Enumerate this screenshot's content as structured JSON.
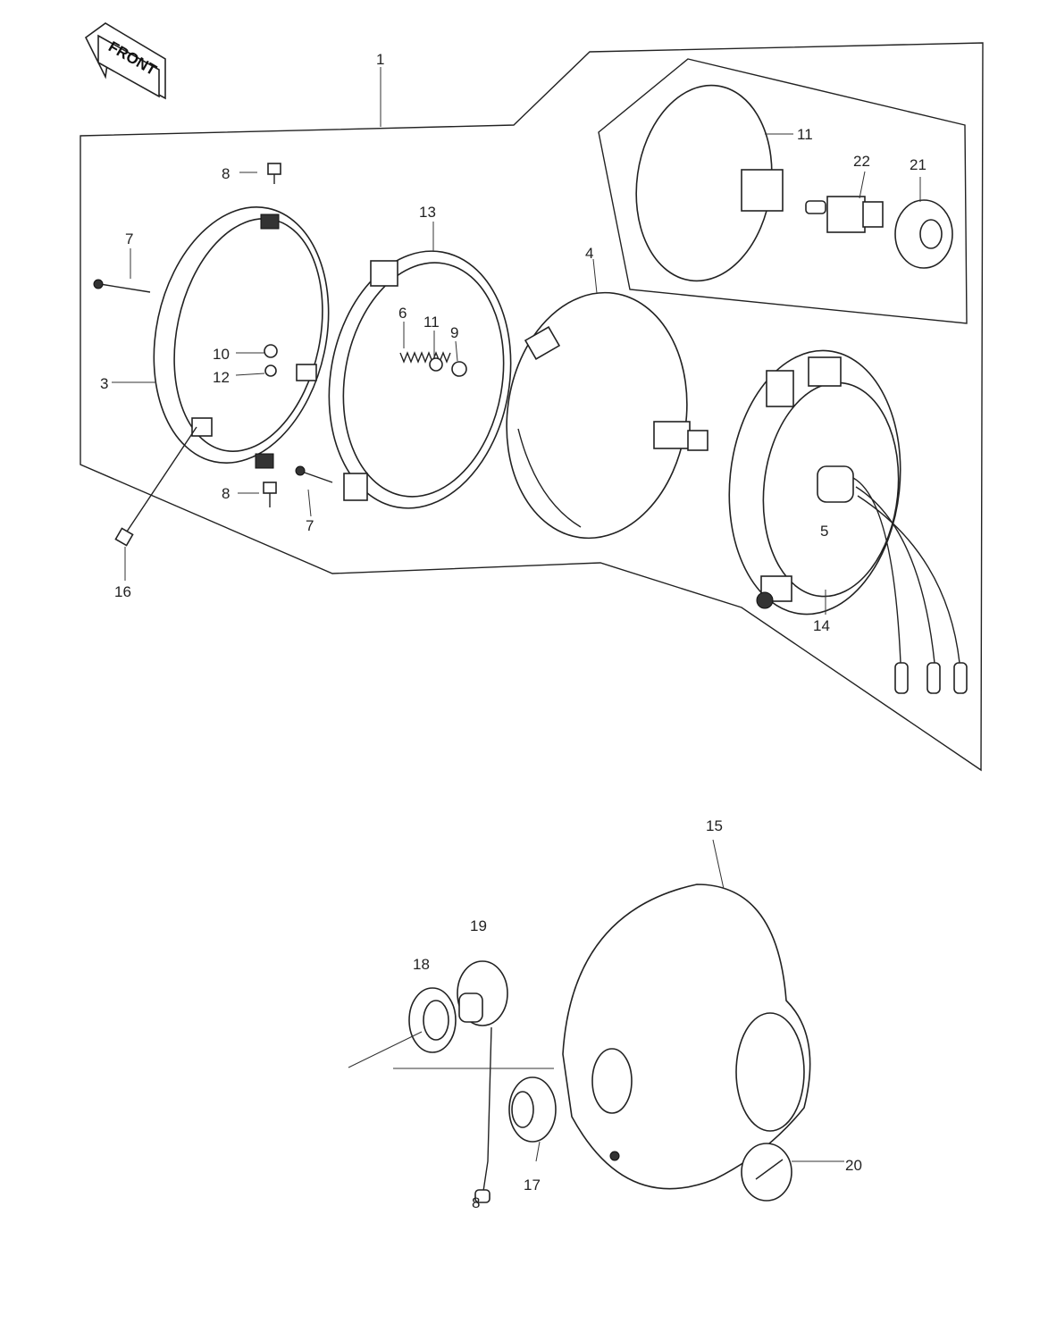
{
  "front_arrow": {
    "label": "FRONT"
  },
  "labels": {
    "p1": "1",
    "p3": "3",
    "p4": "4",
    "p5": "5",
    "p6": "6",
    "p7_top": "7",
    "p7_bottom": "7",
    "p8_top": "8",
    "p8_bottom": "8",
    "p8_lower_cable": "8",
    "p9": "9",
    "p10": "10",
    "p11_bulb": "11",
    "p11_nut": "11",
    "p12": "12",
    "p13": "13",
    "p14": "14",
    "p15": "15",
    "p16": "16",
    "p17": "17",
    "p18": "18",
    "p19": "19",
    "p20": "20",
    "p21": "21",
    "p22": "22"
  }
}
